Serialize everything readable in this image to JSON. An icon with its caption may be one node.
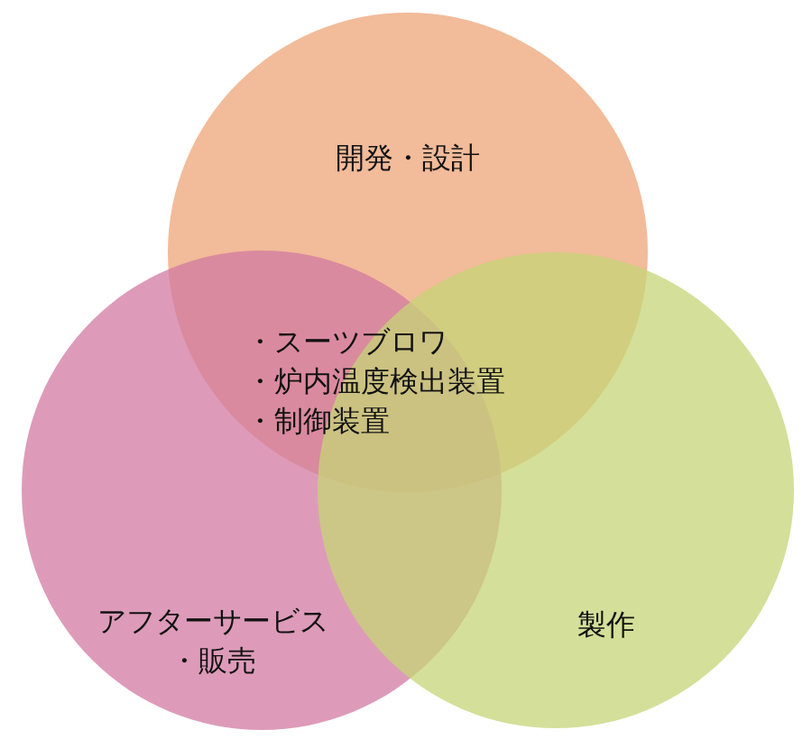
{
  "diagram": {
    "nodes": [
      {
        "text": [
          "開発・設計"
        ]
      },
      {
        "text": [
          "アフターサービス・販売"
        ]
      },
      {
        "text": [
          "製作"
        ]
      }
    ],
    "labels": [
      "・スーツブロワ",
      "・炉内温度検出装置",
      "・制御装置"
    ]
  }
}
